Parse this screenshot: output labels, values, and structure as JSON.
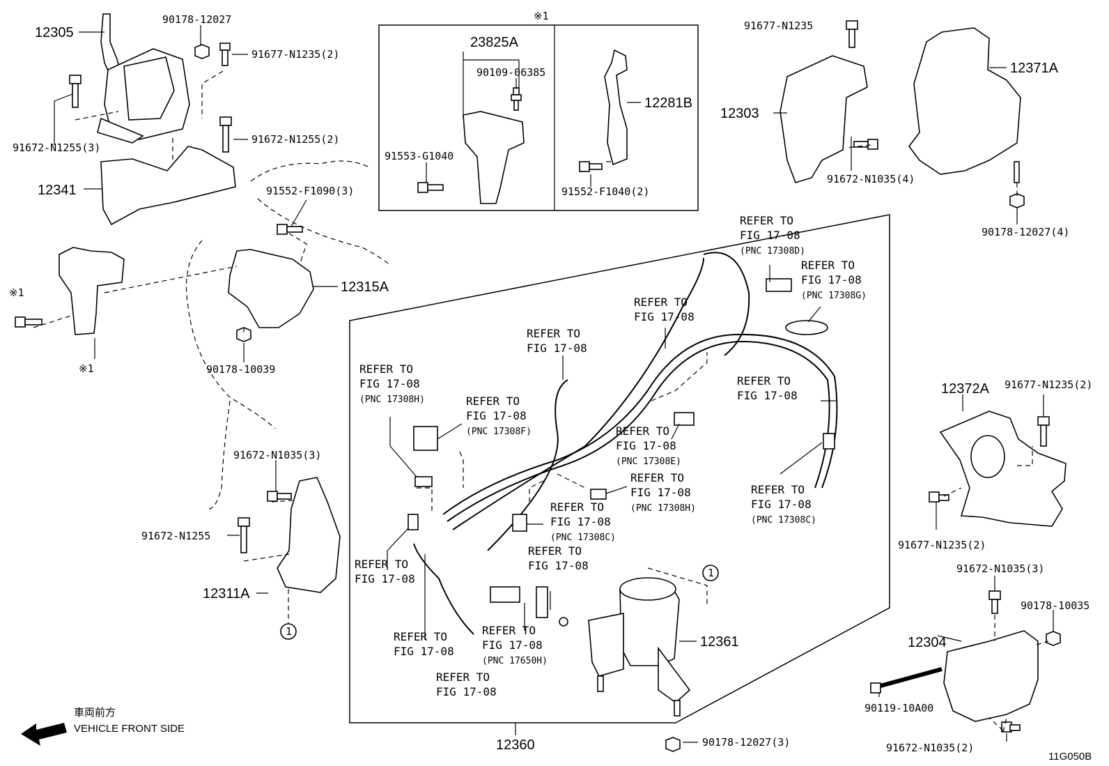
{
  "parts": {
    "p12305": "12305",
    "p90178_12027": "90178-12027",
    "p91677_N1235_2a": "91677-N1235(2)",
    "p91672_N1255_3": "91672-N1255(3)",
    "p91672_N1255_2": "91672-N1255(2)",
    "p12341": "12341",
    "p91552_F1090_3": "91552-F1090(3)",
    "p12315A": "12315A",
    "p90178_10039": "90178-10039",
    "note_x1": "※1",
    "p23825A": "23825A",
    "p90109_06385": "90109-06385",
    "p91553_G1040": "91553-G1040",
    "p12281B": "12281B",
    "p91552_F1040_2": "91552-F1040(2)",
    "p91677_N1235": "91677-N1235",
    "p12303": "12303",
    "p12371A": "12371A",
    "p91672_N1035_4": "91672-N1035(4)",
    "p90178_12027_4": "90178-12027(4)",
    "p12372A": "12372A",
    "p91677_N1235_2b": "91677-N1235(2)",
    "p91677_N1235_2c": "91677-N1235(2)",
    "p91672_N1035_3a": "91672-N1035(3)",
    "p91672_N1255": "91672-N1255",
    "p12311A": "12311A",
    "p12361": "12361",
    "p12360": "12360",
    "p90178_12027_3": "90178-12027(3)",
    "p91672_N1035_3b": "91672-N1035(3)",
    "p90178_10035": "90178-10035",
    "p12304": "12304",
    "p90119_10A00": "90119-10A00",
    "p91672_N1035_2": "91672-N1035(2)",
    "circle1": "1"
  },
  "refs": {
    "refer": "REFER TO",
    "fig": "FIG 17-08",
    "pnc_17308D": "(PNC 17308D)",
    "pnc_17308G": "(PNC 17308G)",
    "pnc_17308H": "(PNC 17308H)",
    "pnc_17308F": "(PNC 17308F)",
    "pnc_17308E": "(PNC 17308E)",
    "pnc_17308C": "(PNC 17308C)",
    "pnc_17650H": "(PNC 17650H)"
  },
  "legend": {
    "japanese": "車両前方",
    "english": "VEHICLE FRONT SIDE"
  },
  "figure_code": "11G050B"
}
